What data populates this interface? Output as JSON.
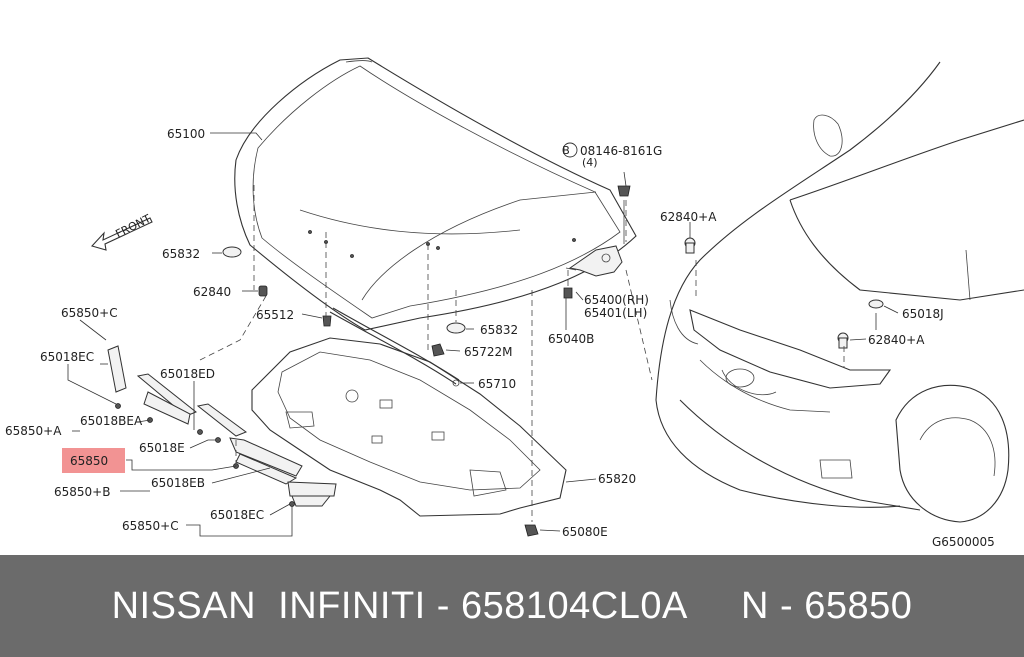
{
  "diagram": {
    "front_label": "FRONT",
    "figure_code": "G6500005",
    "highlight_color": "#f08080",
    "callouts": {
      "c65100": "65100",
      "c08146_8161g": "08146-8161G",
      "c08146_qty": "(4)",
      "c_b_symbol": "B",
      "c62840a_top": "62840+A",
      "c65832_left": "65832",
      "c62840": "62840",
      "c65512": "65512",
      "c65832_mid": "65832",
      "c65400_rh": "65400(RH)",
      "c65401_lh": "65401(LH)",
      "c65040b": "65040B",
      "c65722m": "65722M",
      "c65710": "65710",
      "c65018j": "65018J",
      "c62840a_right": "62840+A",
      "c65850c_top": "65850+C",
      "c65018ec_left": "65018EC",
      "c65018ed": "65018ED",
      "c65850a": "65850+A",
      "c65018bea": "65018BEA",
      "c65018e": "65018E",
      "c65850_hl": "65850",
      "c65820": "65820",
      "c65850b": "65850+B",
      "c65018eb": "65018EB",
      "c65850c_bottom": "65850+C",
      "c65018ec_bottom": "65018EC",
      "c65080e": "65080E"
    }
  },
  "footer": {
    "text": "NISSAN  INFINITI - 658104CL0A     N - 65850"
  }
}
